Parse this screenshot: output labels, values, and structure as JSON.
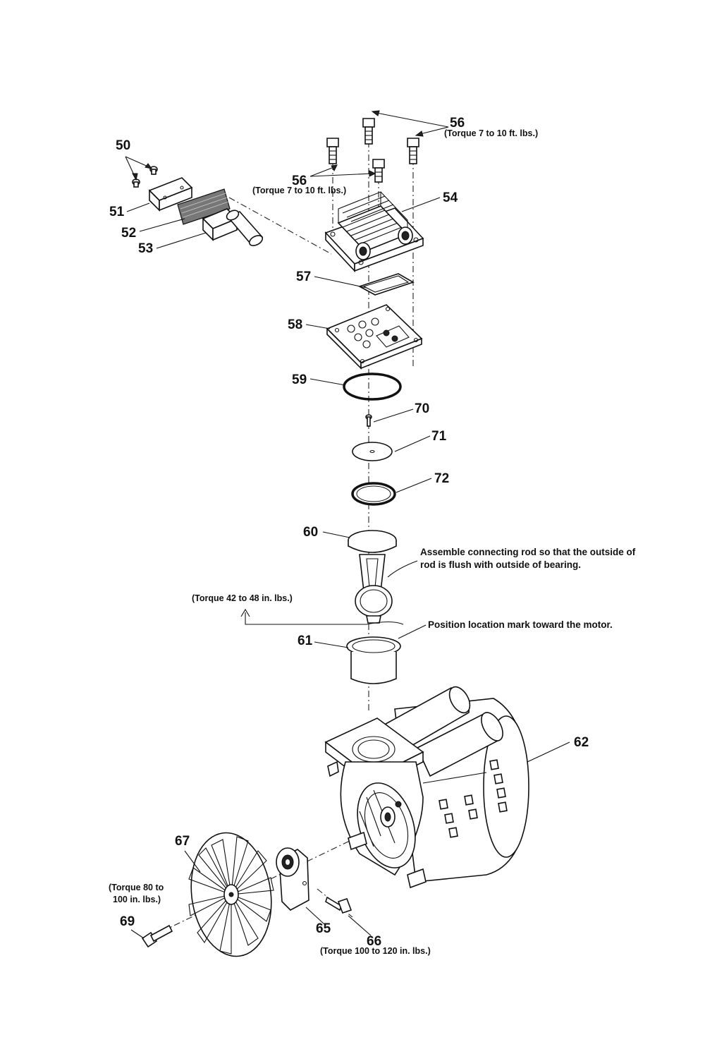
{
  "diagram": {
    "callouts": {
      "c50": "50",
      "c51": "51",
      "c52": "52",
      "c53": "53",
      "c54": "54",
      "c56a": "56",
      "c56b": "56",
      "c57": "57",
      "c58": "58",
      "c59": "59",
      "c60": "60",
      "c61": "61",
      "c62": "62",
      "c65": "65",
      "c66": "66",
      "c67": "67",
      "c69": "69",
      "c70": "70",
      "c71": "71",
      "c72": "72"
    },
    "notes": {
      "torque_56_right": "(Torque 7 to 10 ft. lbs.)",
      "torque_56_left": "(Torque 7 to 10 ft. lbs.)",
      "assemble_line1": "Assemble connecting rod so that the outside of",
      "assemble_line2": "rod is flush with outside of bearing.",
      "torque_rod": "(Torque 42 to 48 in. lbs.)",
      "position_mark": "Position location mark toward the motor.",
      "torque_69_line1": "(Torque 80 to",
      "torque_69_line2": "100 in. lbs.)",
      "torque_66": "(Torque 100 to 120 in. lbs.)"
    }
  }
}
